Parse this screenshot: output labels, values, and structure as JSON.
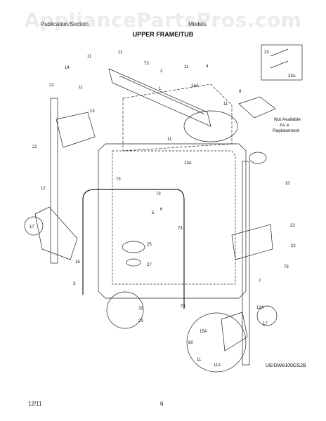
{
  "watermark": "AppliancePartsPros.com",
  "header": {
    "section_label": "Publication/Section",
    "model_label": "Models"
  },
  "title": "UPPER FRAME/TUB",
  "callouts": {
    "c11a": "11",
    "c11b": "11",
    "c11c": "11",
    "c11d": "11",
    "c11e": "11",
    "c11f": "11",
    "c14": "14",
    "c14a": "14A",
    "c13": "13",
    "c13a": "13A",
    "c22a": "22",
    "c22b": "22",
    "c22c": "22",
    "c22d": "22",
    "c73a": "73",
    "c73b": "73",
    "c73c": "73",
    "c73d": "73",
    "c73e": "73",
    "c73f": "73",
    "c2": "2",
    "c4": "4",
    "c1": "1",
    "c8": "8",
    "c12": "12",
    "c12a": "12A",
    "c17a": "17",
    "c17b": "17",
    "c15": "15",
    "c15a": "15A",
    "c5": "5",
    "c6": "6",
    "c7": "7",
    "c10": "10",
    "c3": "3",
    "c25": "25",
    "c27": "27",
    "c32": "32",
    "c23": "23",
    "c60": "60",
    "c11bot": "11",
    "c11abot": "11A",
    "inset_23": "23",
    "inset_23a": "23A"
  },
  "note": [
    "Not Available",
    "As a",
    "Replacement"
  ],
  "model_code": "UEIDW8100GS2B",
  "footer": {
    "date": "12/11",
    "page": "6"
  }
}
